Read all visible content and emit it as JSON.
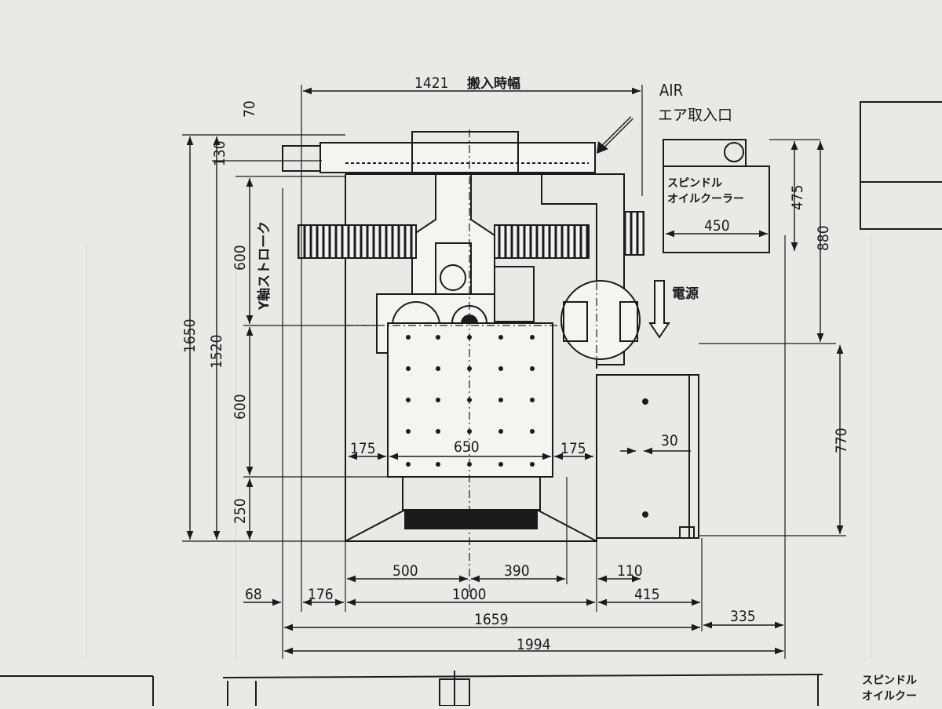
{
  "drawing": {
    "top_width": "1421",
    "top_width_note": "搬入時幅",
    "air_label": "AIR",
    "air_inlet": "エア取入口",
    "oil_cooler_line1": "スピンドル",
    "oil_cooler_line2": "オイルクーラー",
    "power": "電源",
    "y_stroke": "Y軸ストローク",
    "dims": {
      "d70": "70",
      "d130": "130",
      "d600a": "600",
      "d1650": "1650",
      "d1520": "1520",
      "d600b": "600",
      "d250": "250",
      "d175a": "175",
      "d650": "650",
      "d175b": "175",
      "d30": "30",
      "d475": "475",
      "d450": "450",
      "d880": "880",
      "d770": "770",
      "d500": "500",
      "d390": "390",
      "d110": "110",
      "d68": "68",
      "d176": "176",
      "d1000": "1000",
      "d415": "415",
      "d1659": "1659",
      "d335": "335",
      "d1994": "1994"
    },
    "bottom_right_line1": "スピンドル",
    "bottom_right_line2": "オイルクー"
  },
  "colors": {
    "paper": "#e9e9e6",
    "ink": "#1b1b1b",
    "grid": "#d6d6d2"
  }
}
